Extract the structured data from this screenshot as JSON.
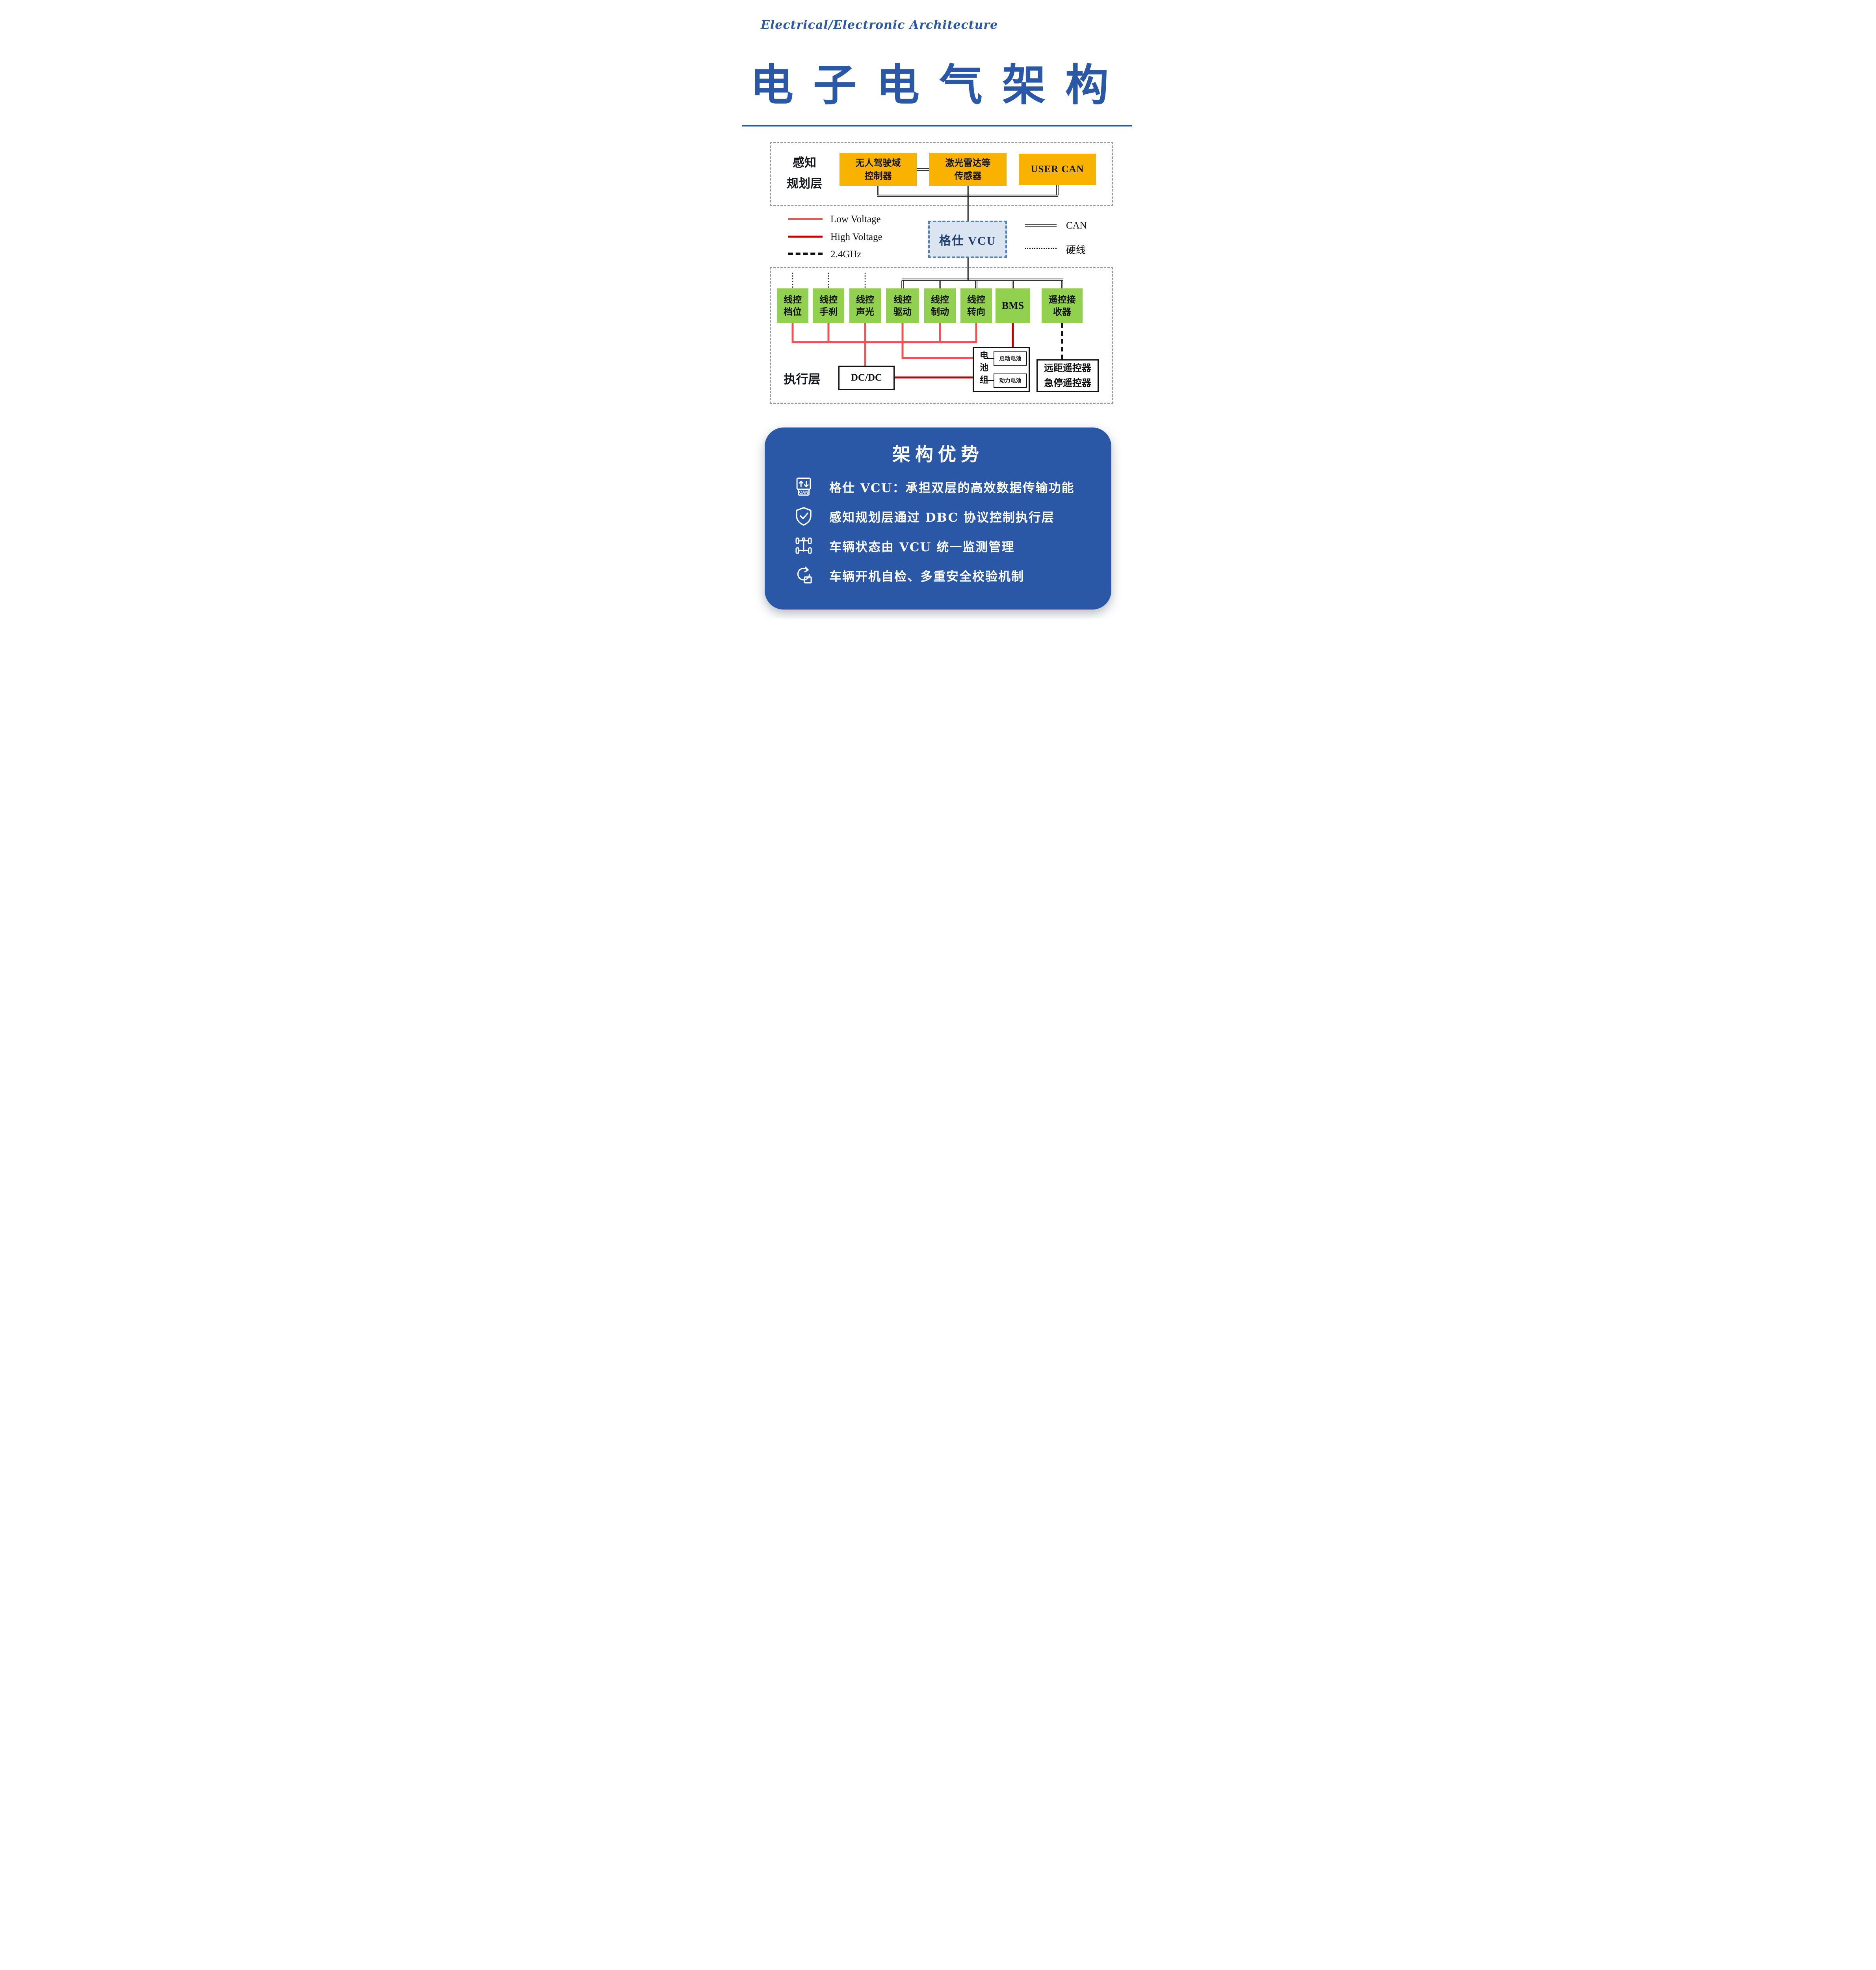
{
  "colors": {
    "brand_blue": "#2b58a6",
    "box_orange": "#f9b200",
    "box_green": "#92d050",
    "low_voltage_red": "#ef5356",
    "high_voltage_red": "#c00000",
    "vcu_fill": "#dbe5f2",
    "vcu_border": "#4f81bd",
    "panel_blue": "#2b58a6"
  },
  "header": {
    "subtitle": "Electrical/Electronic Architecture",
    "title": "电子电气架构"
  },
  "perception_layer": {
    "label_line1": "感知",
    "label_line2": "规划层",
    "nodes": [
      {
        "line1": "无人驾驶域",
        "line2": "控制器"
      },
      {
        "line1": "激光雷达等",
        "line2": "传感器"
      },
      {
        "line1": "USER CAN",
        "line2": ""
      }
    ]
  },
  "vcu": {
    "label": "格仕 VCU"
  },
  "legend": {
    "low_voltage": "Low Voltage",
    "high_voltage": "High Voltage",
    "wireless": "2.4GHz",
    "can": "CAN",
    "hardwire": "硬线"
  },
  "execution_layer": {
    "label": "执行层",
    "nodes": [
      {
        "line1": "线控",
        "line2": "档位"
      },
      {
        "line1": "线控",
        "line2": "手刹"
      },
      {
        "line1": "线控",
        "line2": "声光"
      },
      {
        "line1": "线控",
        "line2": "驱动"
      },
      {
        "line1": "线控",
        "line2": "制动"
      },
      {
        "line1": "线控",
        "line2": "转向"
      },
      {
        "line1": "BMS",
        "line2": ""
      },
      {
        "line1": "遥控接",
        "line2": "收器"
      }
    ],
    "dcdc_label": "DC/DC",
    "battery": {
      "group_label": "电池组",
      "starter": "启动电池",
      "power": "动力电池"
    },
    "remote": {
      "line1": "远距遥控器",
      "line2": "急停遥控器"
    }
  },
  "advantages": {
    "title": "架构优势",
    "items": [
      {
        "icon": "can-transfer-icon",
        "icon_label": "CAN",
        "text": "格仕 VCU：承担双层的高效数据传输功能"
      },
      {
        "icon": "shield-check-icon",
        "text": "感知规划层通过 DBC 协议控制执行层"
      },
      {
        "icon": "vehicle-chassis-icon",
        "text": "车辆状态由 VCU 统一监测管理"
      },
      {
        "icon": "self-check-icon",
        "text": "车辆开机自检、多重安全校验机制"
      }
    ]
  }
}
